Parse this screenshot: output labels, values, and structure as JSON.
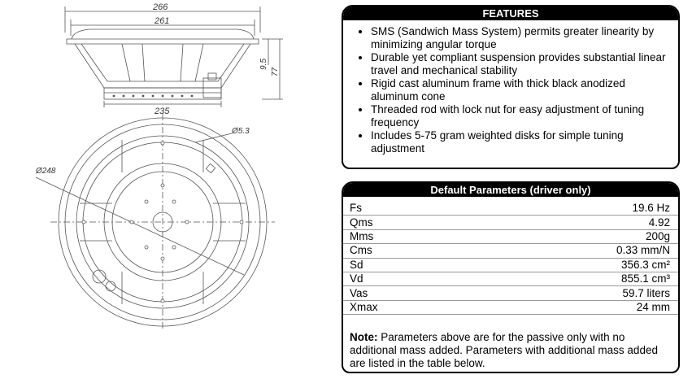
{
  "drawing": {
    "dimensions": {
      "overall_width": "266",
      "inner_width": "261",
      "magnet_width": "235",
      "mount_depth": "9.5",
      "total_depth": "77",
      "outer_diameter": "Ø248",
      "hole_diameter": "Ø5.3"
    }
  },
  "features": {
    "title": "FEATURES",
    "items": [
      "SMS (Sandwich Mass System) permits greater linearity by minimizing angular torque",
      "Durable yet compliant suspension provides substantial linear travel and mechanical stability",
      "Rigid cast aluminum frame with thick black anodized aluminum cone",
      "Threaded rod with lock nut for easy adjustment of tuning frequency",
      "Includes 5-75 gram weighted disks for simple tuning adjustment"
    ]
  },
  "parameters": {
    "title": "Default Parameters (driver only)",
    "rows": [
      {
        "label": "Fs",
        "value": "19.6 Hz"
      },
      {
        "label": "Qms",
        "value": "4.92"
      },
      {
        "label": "Mms",
        "value": "200g"
      },
      {
        "label": "Cms",
        "value": "0.33 mm/N"
      },
      {
        "label": "Sd",
        "value": "356.3 cm²"
      },
      {
        "label": "Vd",
        "value": "855.1 cm³"
      },
      {
        "label": "Vas",
        "value": "59.7 liters"
      },
      {
        "label": "Xmax",
        "value": "24 mm"
      }
    ],
    "note_label": "Note:",
    "note_text": " Parameters above are for the passive only with no additional mass added. Parameters with additional mass added are listed in the table below."
  }
}
